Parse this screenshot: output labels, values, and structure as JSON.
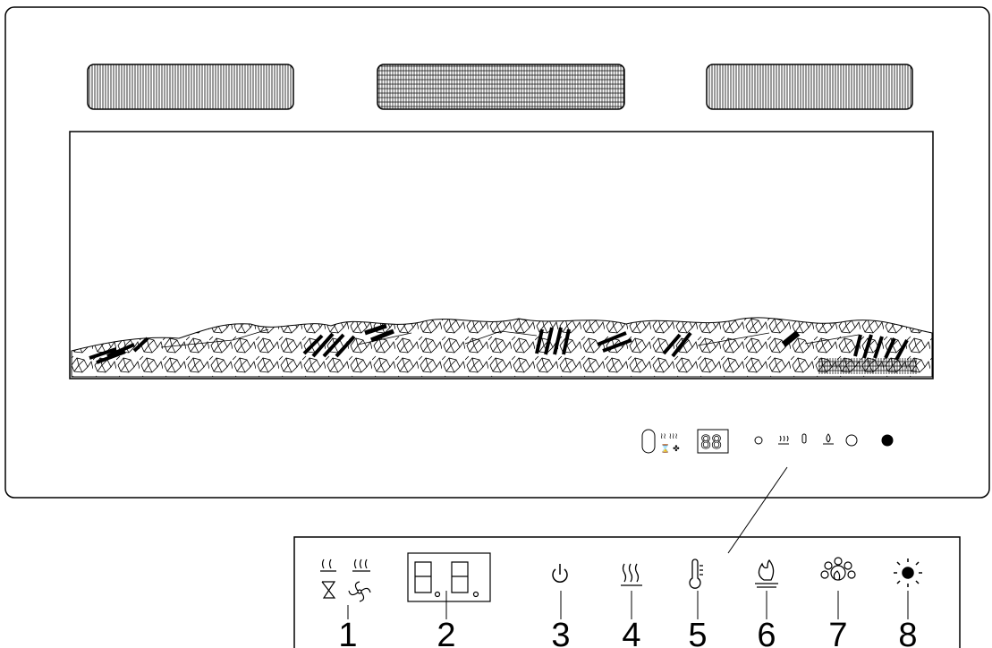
{
  "panel": {
    "callouts": [
      {
        "number": "1",
        "icon": "heat-mode-timer-fan-indicators-icon"
      },
      {
        "number": "2",
        "icon": "two-digit-display-icon"
      },
      {
        "number": "3",
        "icon": "power-icon"
      },
      {
        "number": "4",
        "icon": "heat-icon"
      },
      {
        "number": "5",
        "icon": "thermometer-icon"
      },
      {
        "number": "6",
        "icon": "flame-icon"
      },
      {
        "number": "7",
        "icon": "flame-color-icon"
      },
      {
        "number": "8",
        "icon": "brightness-icon"
      }
    ]
  },
  "colors": {
    "line": "#000000",
    "background": "#ffffff"
  }
}
